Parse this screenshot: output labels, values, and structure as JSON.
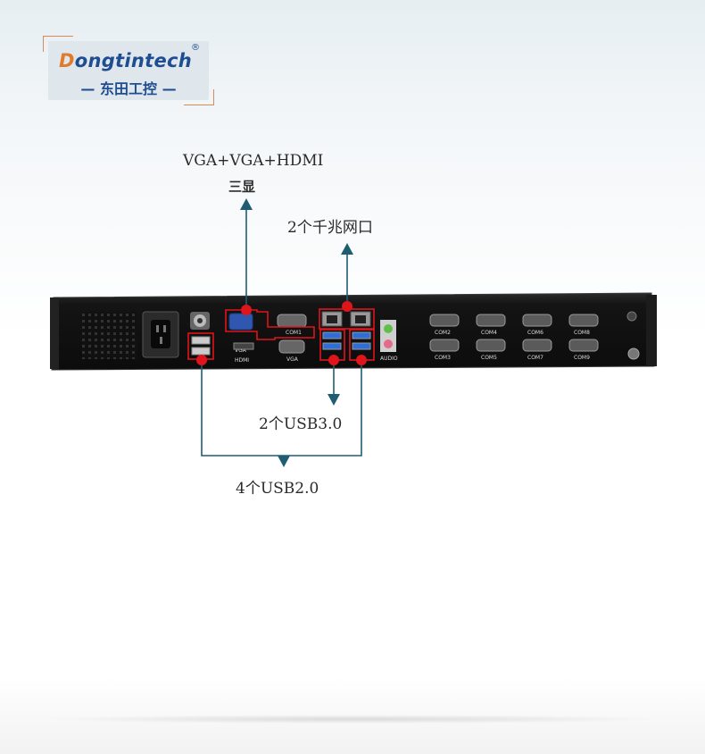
{
  "logo": {
    "brand_first": "D",
    "brand_rest": "ongtintech",
    "registered": "®",
    "subtitle": "— 东田工控 —"
  },
  "annotations": {
    "display_line1": "VGA+VGA+HDMI",
    "display_line2": "三显",
    "lan": "2个千兆网口",
    "usb3": "2个USB3.0",
    "usb2": "4个USB2.0"
  },
  "panel_labels": {
    "vga_top": "VGA",
    "hdmi": "HDMI",
    "vga_bottom": "VGA",
    "com1": "COM1",
    "audio": "AUDIO",
    "com2": "COM2",
    "com3": "COM3",
    "com4": "COM4",
    "com5": "COM5",
    "com6": "COM6",
    "com7": "COM7",
    "com8": "COM8",
    "com9": "COM9"
  },
  "colors": {
    "highlight_red": "#e0141b",
    "arrow_blue": "#1f5d73",
    "chassis": "#151515"
  }
}
